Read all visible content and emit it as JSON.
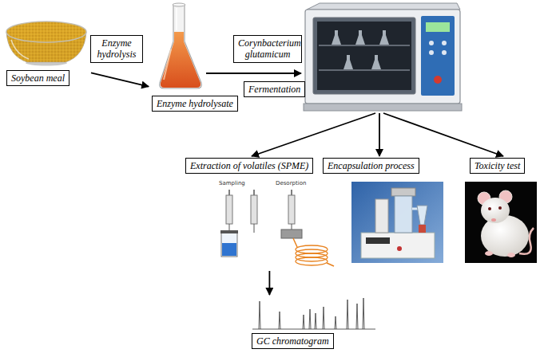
{
  "diagram": {
    "nodes": [
      {
        "text": [
          "Soybean meal"
        ]
      },
      {
        "text": [
          "Enzyme hydrolysis"
        ]
      },
      {
        "text": [
          "Enzyme hydrolysate"
        ]
      },
      {
        "text": [
          "Corynbacterium glutamicum"
        ]
      },
      {
        "text": [
          "Fermentation"
        ]
      },
      {
        "text": [
          "Extraction of volatiles (SPME)"
        ]
      },
      {
        "text": [
          "Encapsulation process"
        ]
      },
      {
        "text": [
          "Toxicity test"
        ]
      },
      {
        "text": [
          "GC chromatogram"
        ]
      }
    ],
    "edges": [
      {
        "from": 0,
        "to": 2,
        "arrow": "to"
      },
      {
        "from": 5,
        "to": 8,
        "arrow": "to"
      }
    ],
    "labels": [
      "Sampling",
      "Desorption"
    ]
  }
}
